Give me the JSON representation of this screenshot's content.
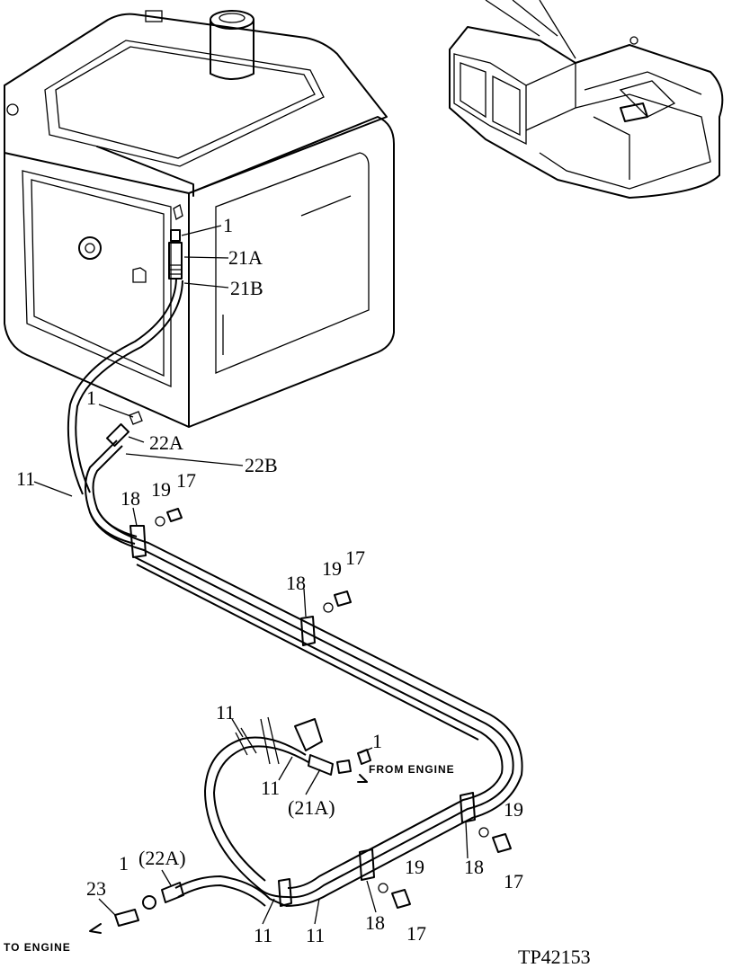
{
  "labels": {
    "l1_top": "1",
    "l21a": "21A",
    "l21b": "21B",
    "l1_mid": "1",
    "l22a": "22A",
    "l22b": "22B",
    "l11_left": "11",
    "l18_a": "18",
    "l19_a": "19",
    "l17_a": "17",
    "l18_b": "18",
    "l19_b": "19",
    "l17_b": "17",
    "l11_c": "11",
    "l1_low": "1",
    "l11_d": "11",
    "l21a_paren": "(21A)",
    "l19_c": "19",
    "l18_c": "18",
    "l17_c": "17",
    "l22a_paren": "(22A)",
    "l1_bottom": "1",
    "l23": "23",
    "l19_d": "19",
    "l11_e": "11",
    "l11_f": "11",
    "l18_d": "18",
    "l17_d": "17"
  },
  "notes": {
    "from_engine": "FROM ENGINE",
    "to_engine": "TO ENGINE"
  },
  "figure_id": "TP42153"
}
